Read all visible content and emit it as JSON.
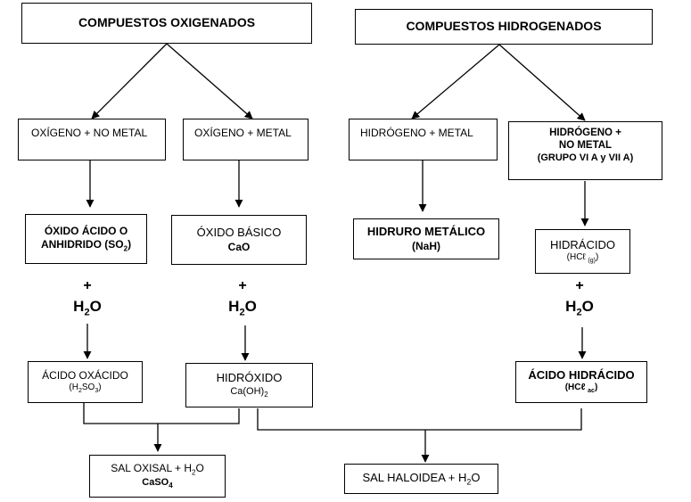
{
  "top": {
    "oxigenados": "COMPUESTOS OXIGENADOS",
    "hidrogenados": "COMPUESTOS HIDROGENADOS"
  },
  "level2": {
    "oxigeno_no_metal": "OXÍGENO + NO METAL",
    "oxigeno_metal": "OXÍGENO + METAL",
    "hidrogeno_metal": "HIDRÓGENO + METAL",
    "hidrogeno_no_metal": [
      "HIDRÓGENO +",
      "NO METAL",
      "(GRUPO VI A y VII A)"
    ]
  },
  "level3": {
    "oxido_acido": [
      "ÓXIDO ÁCIDO O",
      "ANHIDRIDO (SO",
      "2",
      ")"
    ],
    "oxido_basico": [
      "ÓXIDO BÁSICO",
      "CaO"
    ],
    "hidruro": [
      "HIDRURO METÁLICO",
      "(NaH)"
    ],
    "hidracido": [
      "HIDRÁCIDO",
      "(HCℓ ",
      "(g)",
      ")"
    ]
  },
  "water": {
    "plus": "+",
    "h": "H",
    "sub": "2",
    "o": "O"
  },
  "level4": {
    "acido_oxacido": [
      "ÁCIDO OXÁCIDO",
      "(H",
      "2",
      "SO",
      "3",
      ")"
    ],
    "hidroxido": [
      "HIDRÓXIDO",
      "Ca(OH)",
      "2"
    ],
    "acido_hidracido": [
      "ÁCIDO HIDRÁCIDO",
      "(HCℓ ",
      "ac",
      ")"
    ]
  },
  "level5": {
    "sal_oxisal": [
      "SAL OXISAL +  H",
      "2",
      "O",
      "CaSO",
      "4"
    ],
    "sal_haloidea": [
      "SAL HALOIDEA + H",
      "2",
      "O"
    ]
  }
}
